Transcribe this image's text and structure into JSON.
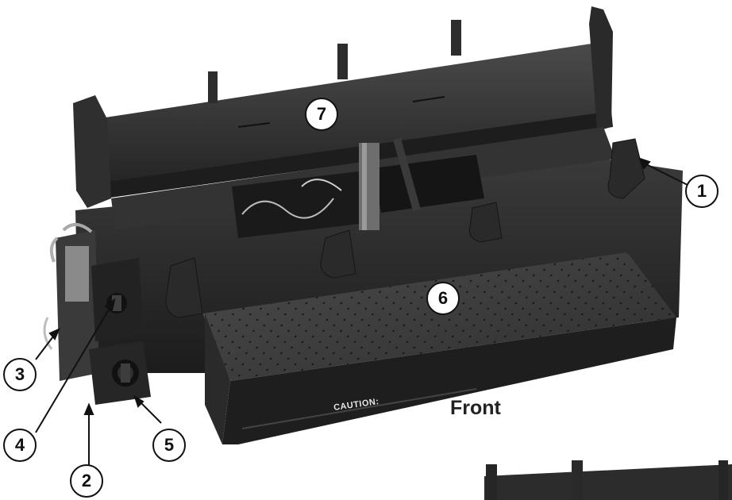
{
  "callouts": [
    {
      "id": "c1",
      "label": "1"
    },
    {
      "id": "c2",
      "label": "2"
    },
    {
      "id": "c3",
      "label": "3"
    },
    {
      "id": "c4",
      "label": "4"
    },
    {
      "id": "c5",
      "label": "5"
    },
    {
      "id": "c6",
      "label": "6"
    },
    {
      "id": "c7",
      "label": "7"
    }
  ],
  "front_caption": "Front",
  "caution_label": "CAUTION:",
  "colors": {
    "metal_dark": "#2b2b2b",
    "metal_mid": "#3c3c3c",
    "metal_light": "#555555",
    "background": "#ffffff"
  }
}
